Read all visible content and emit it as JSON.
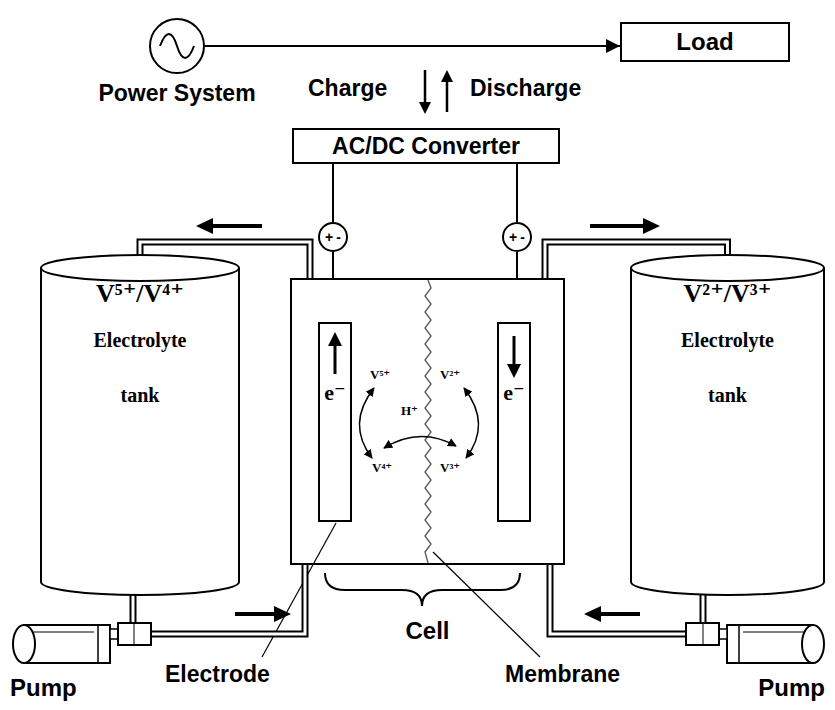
{
  "diagram": {
    "nodes": [
      {
        "text": [
          "Power System"
        ]
      },
      {
        "text": [
          "Load"
        ]
      },
      {
        "text": [
          "AC/DC Converter"
        ]
      },
      {
        "text": [
          "+",
          "-"
        ]
      },
      {
        "text": [
          "+",
          "-"
        ]
      },
      {
        "text": [
          "V⁵⁺/V⁴⁺",
          "Electrolyte tank"
        ]
      },
      {
        "text": [
          "Cell"
        ]
      },
      {
        "text": [
          "e⁻"
        ],
        "in": 6
      },
      {
        "text": [
          "e⁻"
        ],
        "in": 6
      },
      {
        "text": [
          "V²⁺/V³⁺",
          "Electrolyte tank"
        ]
      },
      {
        "text": [
          "Pump"
        ]
      },
      {
        "text": [
          "Pump"
        ]
      }
    ],
    "edges": [
      {
        "from": 0,
        "to": 1,
        "arrow": "to"
      },
      {
        "from": 2,
        "to": 3,
        "arrow": "none"
      },
      {
        "from": 2,
        "to": 4,
        "arrow": "none"
      },
      {
        "from": 3,
        "to": 6,
        "arrow": "none"
      },
      {
        "from": 4,
        "to": 6,
        "arrow": "none"
      },
      {
        "from": 6,
        "to": 5,
        "arrow": "none"
      },
      {
        "from": 5,
        "to": 10,
        "arrow": "none"
      },
      {
        "from": 10,
        "to": 6,
        "arrow": "none"
      },
      {
        "from": 6,
        "to": 9,
        "arrow": "none"
      },
      {
        "from": 9,
        "to": 11,
        "arrow": "none"
      },
      {
        "from": 11,
        "to": 6,
        "arrow": "none"
      }
    ],
    "labels": [
      "Charge",
      "Discharge",
      "V⁵⁺",
      "V²⁺",
      "H⁺",
      "V⁴⁺",
      "V³⁺",
      "Electrode",
      "Membrane"
    ]
  }
}
